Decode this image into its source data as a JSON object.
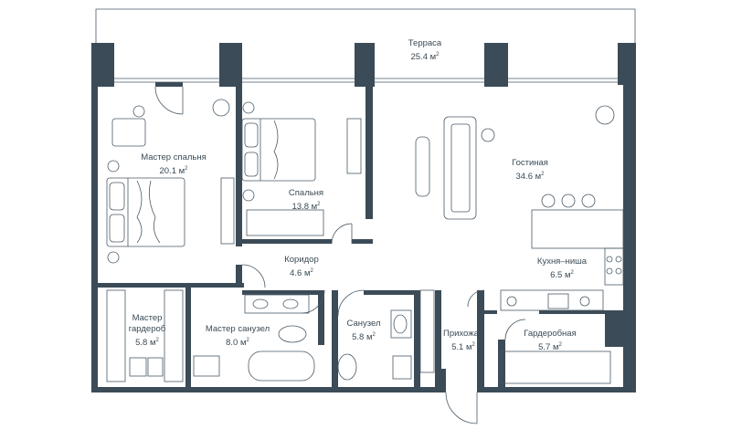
{
  "plan": {
    "colors": {
      "wall": "#3b4b57",
      "line": "#4a5a66",
      "bg": "#ffffff",
      "text": "#3a4a55"
    },
    "unit": "м",
    "rooms": [
      {
        "id": "terrace",
        "name": "Терраса",
        "area": "25.4"
      },
      {
        "id": "master-bedroom",
        "name": "Мастер спальня",
        "area": "20.1"
      },
      {
        "id": "bedroom",
        "name": "Спальня",
        "area": "13.8"
      },
      {
        "id": "living",
        "name": "Гостиная",
        "area": "34.6"
      },
      {
        "id": "corridor",
        "name": "Коридор",
        "area": "4.6"
      },
      {
        "id": "kitchen",
        "name": "Кухня–ниша",
        "area": "6.5"
      },
      {
        "id": "master-wardrobe",
        "name": "Мастер гардероб",
        "area": "5.8"
      },
      {
        "id": "master-bath",
        "name": "Мастер санузел",
        "area": "8.0"
      },
      {
        "id": "bath",
        "name": "Санузел",
        "area": "5.8"
      },
      {
        "id": "hall",
        "name": "Прихожая",
        "area": "5.1"
      },
      {
        "id": "wardrobe",
        "name": "Гардеробная",
        "area": "5.7"
      }
    ]
  }
}
